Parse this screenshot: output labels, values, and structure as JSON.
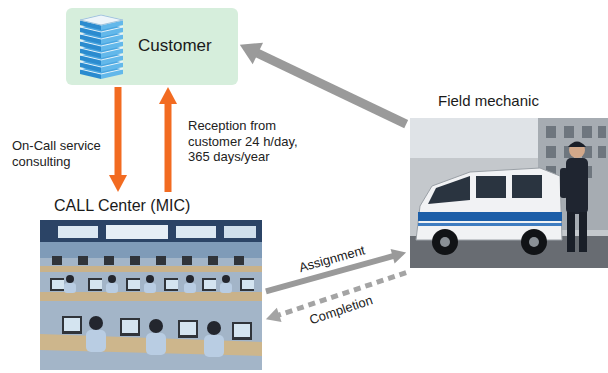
{
  "diagram": {
    "nodes": [
      {
        "text": [
          "Customer"
        ]
      },
      {
        "text": [
          "Field mechanic"
        ]
      },
      {
        "text": [
          "CALL Center (MIC)"
        ]
      }
    ],
    "edges": [
      {
        "from": 0,
        "to": 2,
        "label": "On-Call service consulting",
        "arrow": "to"
      },
      {
        "from": 2,
        "to": 0,
        "label": "Reception from customer 24 h/day, 365 days/year",
        "arrow": "to"
      },
      {
        "from": 2,
        "to": 1,
        "label": "Assignment",
        "arrow": "to"
      },
      {
        "from": 1,
        "to": 2,
        "label": "Completion",
        "arrow": "to"
      },
      {
        "from": 1,
        "to": 0,
        "arrow": "to"
      }
    ]
  }
}
